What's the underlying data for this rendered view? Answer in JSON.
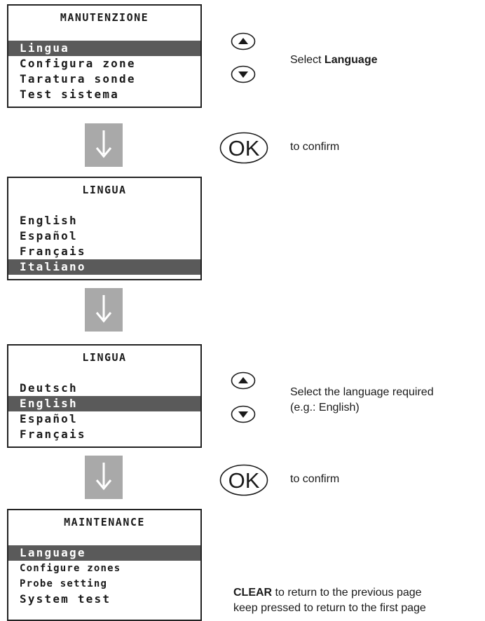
{
  "screen1": {
    "title": "MANUTENZIONE",
    "items": [
      "Lingua",
      "Configura zone",
      "Taratura sonde",
      "Test sistema"
    ],
    "selected_index": 0
  },
  "screen2": {
    "title": "LINGUA",
    "items": [
      "English",
      "Español",
      "Français",
      "Italiano"
    ],
    "selected_index": 3
  },
  "screen3": {
    "title": "LINGUA",
    "items": [
      "Deutsch",
      "English",
      "Español",
      "Français"
    ],
    "selected_index": 1
  },
  "screen4": {
    "title": "MAINTENANCE",
    "items": [
      "Language",
      "Configure zones",
      "Probe setting",
      "System test"
    ],
    "selected_index": 0
  },
  "buttons": {
    "ok_label": "OK"
  },
  "captions": {
    "step1_prefix": "Select ",
    "step1_bold": "Language",
    "step2": "to confirm",
    "step3_line1": "Select the language required",
    "step3_line2": "(e.g.: English)",
    "step4": "to confirm",
    "clear_bold": "CLEAR",
    "clear_rest": " to return to the previous page",
    "clear_line2": "keep pressed to return to the first page"
  },
  "colors": {
    "selected_bg": "#5a5a5a",
    "arrow_box": "#a9a9a9",
    "frame": "#222222"
  }
}
